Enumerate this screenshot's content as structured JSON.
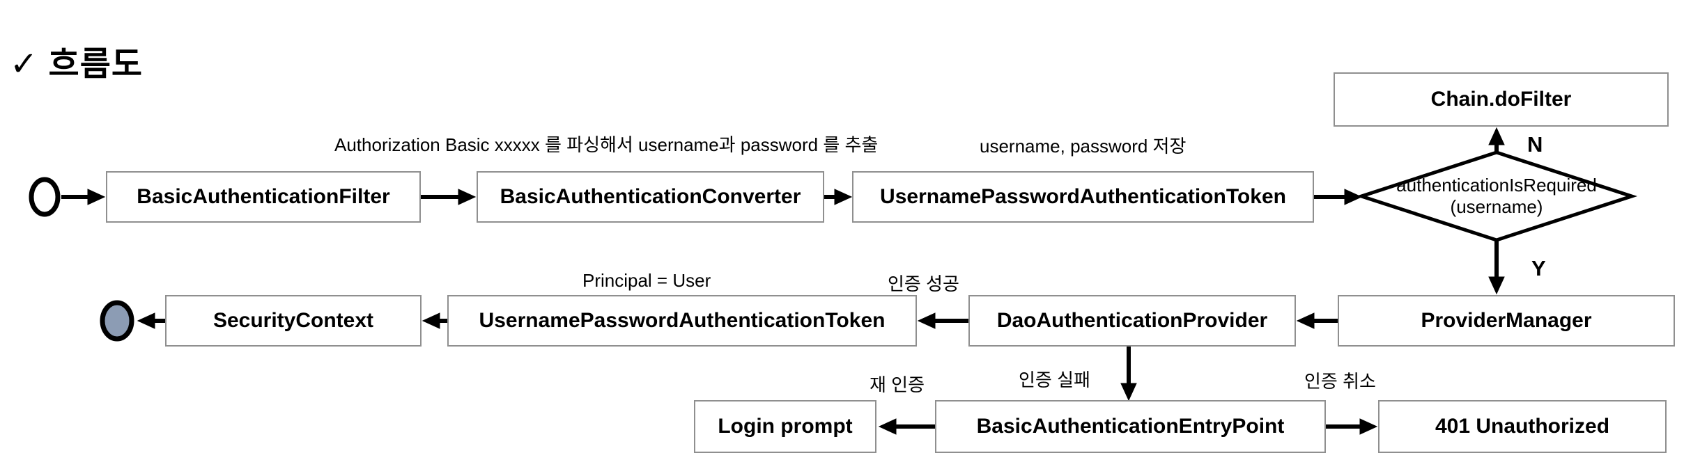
{
  "title": "✓ 흐름도",
  "colors": {
    "background": "#ffffff",
    "box_border": "#8f8f8f",
    "box_fill": "#ffffff",
    "arrow": "#000000",
    "diamond_border": "#000000",
    "start_circle_fill": "#ffffff",
    "end_circle_fill": "#8c9cb4"
  },
  "nodes": {
    "basic_authentication_filter": {
      "label": "BasicAuthenticationFilter"
    },
    "basic_authentication_converter": {
      "label": "BasicAuthenticationConverter"
    },
    "username_password_authentication_token": {
      "label": "UsernamePasswordAuthenticationToken"
    },
    "chain_do_filter": {
      "label": "Chain.doFilter"
    },
    "provider_manager": {
      "label": "ProviderManager"
    },
    "dao_authentication_provider": {
      "label": "DaoAuthenticationProvider"
    },
    "username_password_authentication_token_2": {
      "label": "UsernamePasswordAuthenticationToken"
    },
    "security_context": {
      "label": "SecurityContext"
    },
    "basic_authentication_entry_point": {
      "label": "BasicAuthenticationEntryPoint"
    },
    "login_prompt": {
      "label": "Login prompt"
    },
    "unauthorized_401": {
      "label": "401 Unauthorized"
    }
  },
  "decision": {
    "line1": "authenticationIsRequired",
    "line2": "(username)"
  },
  "labels": {
    "parse_note": "Authorization Basic xxxxx 를 파싱해서 username과 password 를 추출",
    "save_note": "username, password 저장",
    "principal_note": "Principal = User",
    "auth_success": "인증 성공",
    "auth_fail": "인증 실패",
    "re_auth": "재 인증",
    "auth_cancel": "인증 취소",
    "branch_n": "N",
    "branch_y": "Y"
  }
}
